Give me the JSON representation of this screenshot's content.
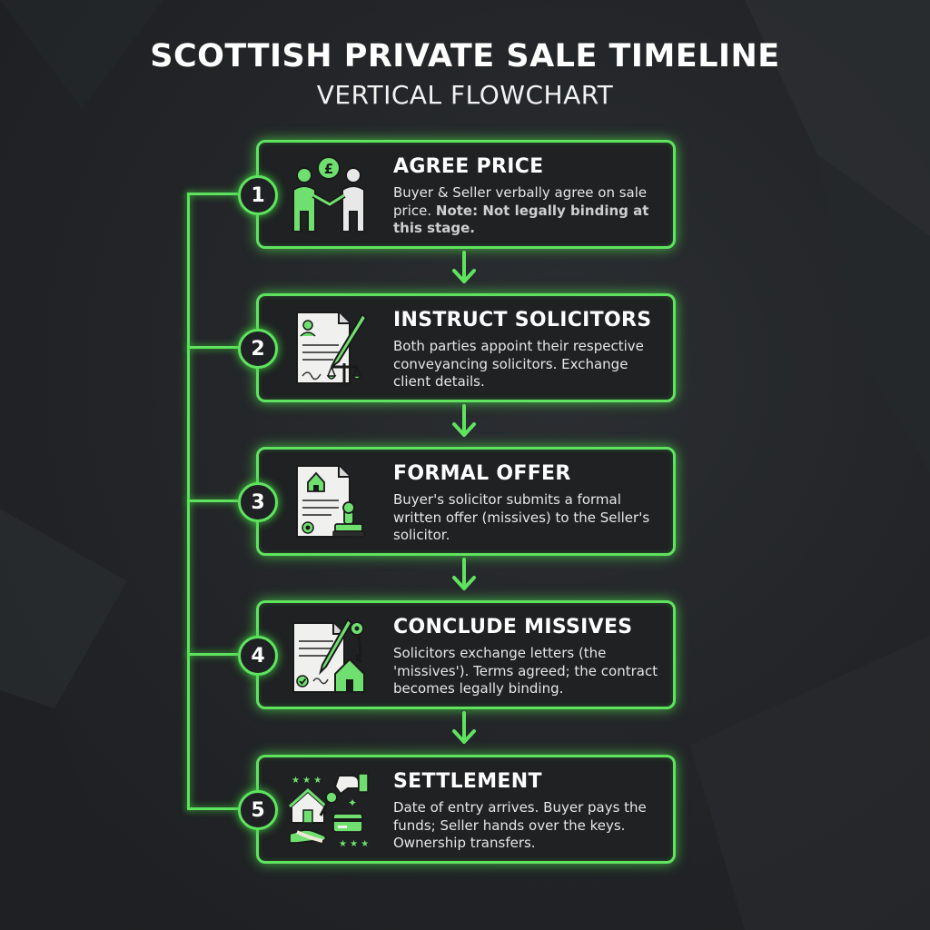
{
  "title": "SCOTTISH PRIVATE SALE TIMELINE",
  "subtitle": "VERTICAL FLOWCHART",
  "accent_color": "#5fe35f",
  "steps": [
    {
      "number": "1",
      "title": "AGREE PRICE",
      "description": "Buyer & Seller verbally agree on sale price.",
      "note": "Note: Not legally binding at this stage.",
      "icon": "handshake-pound-icon"
    },
    {
      "number": "2",
      "title": "INSTRUCT SOLICITORS",
      "description": "Both parties appoint their respective conveyancing solicitors. Exchange client details.",
      "icon": "document-pen-scales-icon"
    },
    {
      "number": "3",
      "title": "FORMAL OFFER",
      "description": "Buyer's solicitor submits a formal written offer (missives) to the Seller's solicitor.",
      "icon": "offer-document-stamp-icon"
    },
    {
      "number": "4",
      "title": "CONCLUDE MISSIVES",
      "description": "Solicitors exchange letters (the 'missives'). Terms agreed; the contract becomes legally binding.",
      "icon": "contract-keys-house-icon"
    },
    {
      "number": "5",
      "title": "SETTLEMENT",
      "description": "Date of entry arrives. Buyer pays the funds; Seller hands over the keys. Ownership transfers.",
      "icon": "house-keys-payment-icon"
    }
  ]
}
